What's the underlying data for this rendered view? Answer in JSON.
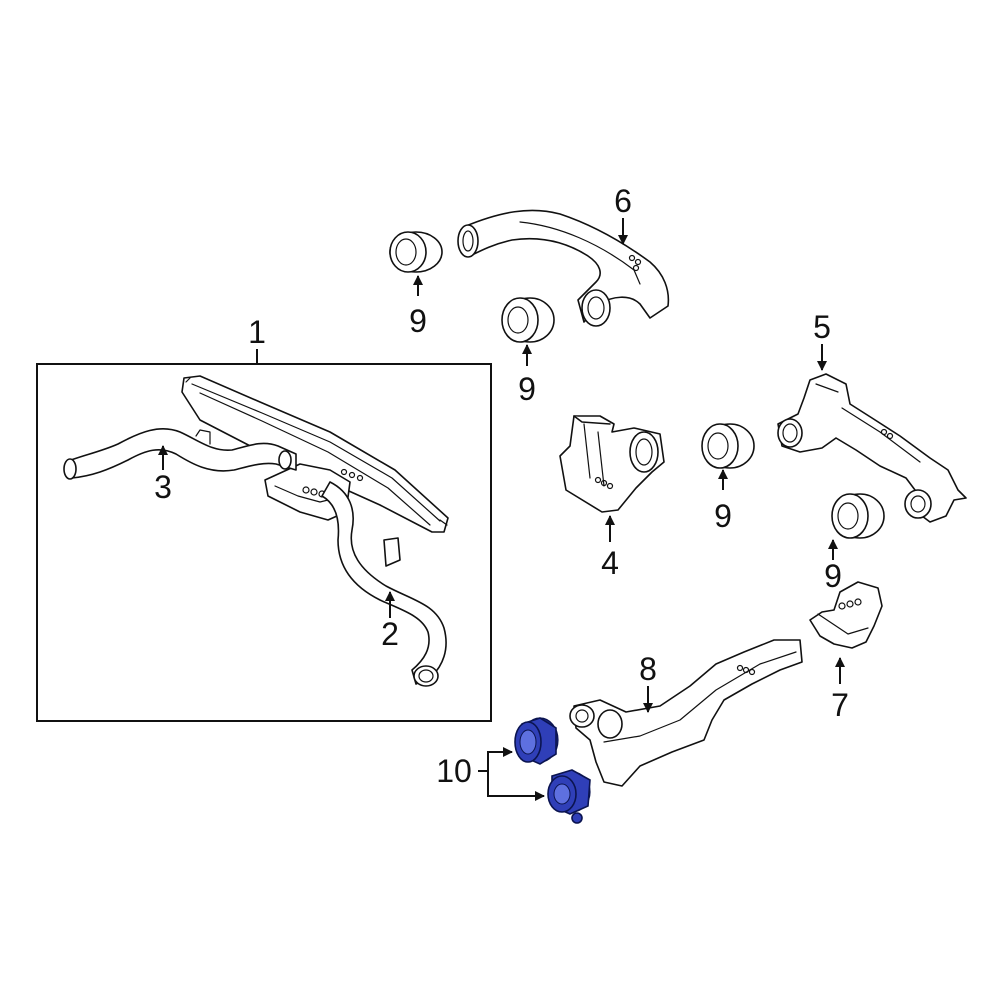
{
  "callouts": {
    "c1": "1",
    "c2": "2",
    "c3": "3",
    "c4": "4",
    "c5": "5",
    "c6": "6",
    "c7": "7",
    "c8": "8",
    "c9a": "9",
    "c9b": "9",
    "c9c": "9",
    "c9d": "9",
    "c10": "10"
  },
  "colors": {
    "line": "#111111",
    "highlight": "#2f3fb8",
    "background": "#ffffff"
  }
}
